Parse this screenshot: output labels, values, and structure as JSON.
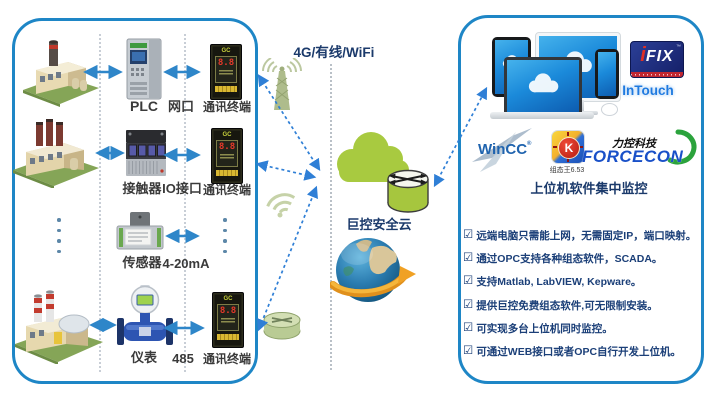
{
  "left_panel": {
    "rows": [
      {
        "device": "PLC",
        "port": "网口",
        "terminal": "通讯终端"
      },
      {
        "device": "接触器",
        "port": "IO接口",
        "terminal": "通讯终端"
      },
      {
        "device": "传感器",
        "port": "4-20mA",
        "terminal": ""
      },
      {
        "device": "仪表",
        "port": "485",
        "terminal": "通讯终端"
      }
    ],
    "terminal": {
      "brand": "GC",
      "digits": "8.8"
    }
  },
  "middle": {
    "network_label": "4G/有线/WiFi",
    "cloud_label": "巨控安全云"
  },
  "right_panel": {
    "logos": {
      "ifix_i": "i",
      "ifix_fix": "FIX",
      "ifix_tm": "™",
      "intouch": "InTouch",
      "wincc": "WinCC",
      "wincc_reg": "®",
      "kingview_letter": "K",
      "kingview_caption": "组态王6.53",
      "forcecon_cn": "力控科技",
      "forcecon_en": "FORCECON"
    },
    "heading": "上位机软件集中监控",
    "bullet_icon": "☑",
    "bullets": [
      "远端电脑只需能上网，无需固定IP，端口映射。",
      "通过OPC支持各种组态软件，SCADA。",
      "支持Matlab, LabVIEW, Kepware。",
      "提供巨控免费组态软件,可无限制安装。",
      "可实现多台上位机同时监控。",
      "可通过WEB接口或者OPC自行开发上位机。"
    ]
  },
  "colors": {
    "panel_border": "#1e86c6",
    "arrow_blue": "#2e86c9",
    "dashed_blue": "#2f7fd6",
    "cloud_green": "#a8ca40",
    "navy_text": "#1b3a6b",
    "terminal_yellow": "#d9b832"
  }
}
